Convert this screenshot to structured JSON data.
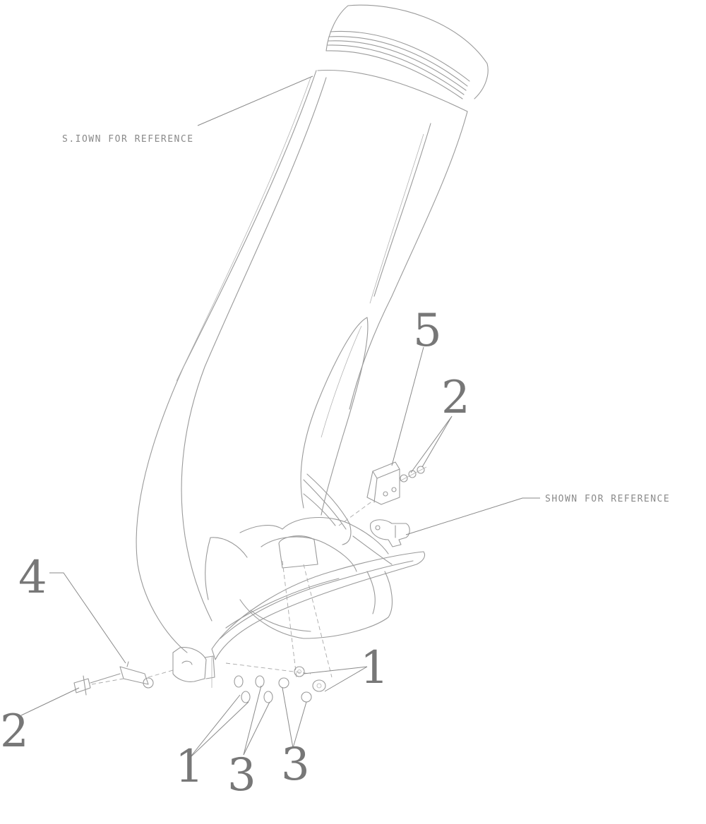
{
  "notes": {
    "top": "S.IOWN FOR REFERENCE",
    "right": "SHOWN FOR REFERENCE"
  },
  "callouts": {
    "c5": "5",
    "c2_right": "2",
    "c4": "4",
    "c2_left": "2",
    "c1_right": "1",
    "c1_left": "1",
    "c3_left": "3",
    "c3_right": "3"
  },
  "colors": {
    "line": "#9a9a9a",
    "text": "#777777",
    "background": "#ffffff"
  }
}
